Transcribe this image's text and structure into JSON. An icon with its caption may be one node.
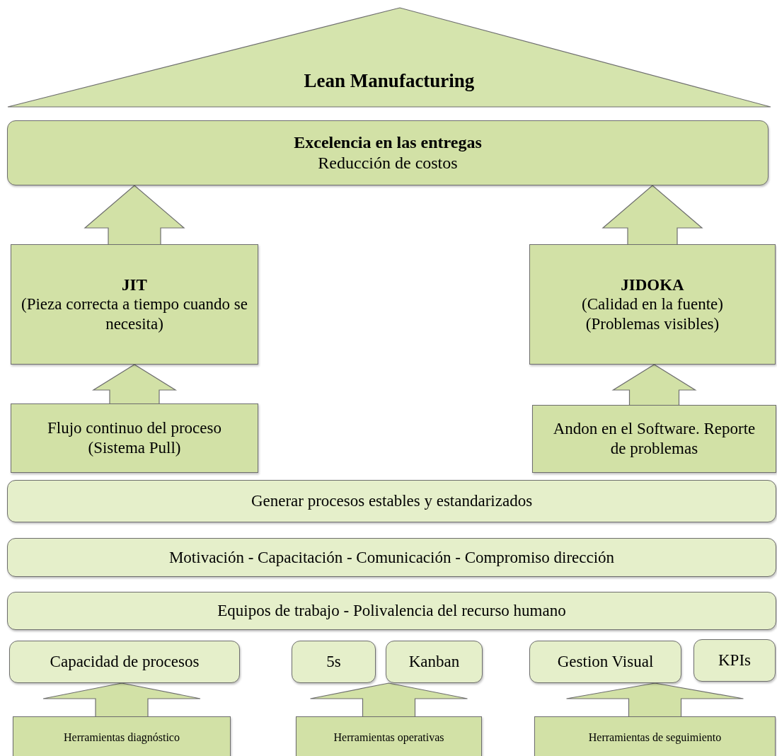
{
  "diagram": {
    "nodes": [
      {
        "text": [
          "Lean Manufacturing"
        ]
      },
      {
        "text": [
          "Excelencia en las entregas",
          "Reducción de costos"
        ]
      },
      {
        "text": [
          "JIT",
          "(Pieza correcta a tiempo cuando se necesita)"
        ]
      },
      {
        "text": [
          "JIDOKA",
          "(Calidad en la fuente)",
          "(Problemas visibles)"
        ]
      },
      {
        "text": [
          "Flujo continuo del proceso (Sistema Pull)"
        ]
      },
      {
        "text": [
          "Andon en el Software. Reporte de problemas"
        ]
      },
      {
        "text": [
          "Generar procesos estables y estandarizados"
        ]
      },
      {
        "text": [
          "Motivación - Capacitación - Comunicación - Compromiso dirección"
        ]
      },
      {
        "text": [
          "Equipos de trabajo - Polivalencia del recurso humano"
        ]
      },
      {
        "text": [
          "Capacidad de procesos"
        ]
      },
      {
        "text": [
          "5s"
        ]
      },
      {
        "text": [
          "Kanban"
        ]
      },
      {
        "text": [
          "Gestion Visual"
        ]
      },
      {
        "text": [
          "KPIs"
        ]
      },
      {
        "text": [
          "Herramientas diagnóstico"
        ]
      },
      {
        "text": [
          "Herramientas operativas"
        ]
      },
      {
        "text": [
          "Herramientas de seguimiento"
        ]
      }
    ],
    "edges": [
      {
        "from": 2,
        "to": 1,
        "arrow": "to"
      },
      {
        "from": 3,
        "to": 1,
        "arrow": "to"
      },
      {
        "from": 4,
        "to": 2,
        "arrow": "to"
      },
      {
        "from": 5,
        "to": 3,
        "arrow": "to"
      },
      {
        "from": 14,
        "to": 9,
        "arrow": "to"
      },
      {
        "from": 15,
        "to": 10,
        "arrow": "to"
      },
      {
        "from": 15,
        "to": 11,
        "arrow": "to"
      },
      {
        "from": 16,
        "to": 12,
        "arrow": "to"
      },
      {
        "from": 16,
        "to": 13,
        "arrow": "to"
      }
    ]
  }
}
